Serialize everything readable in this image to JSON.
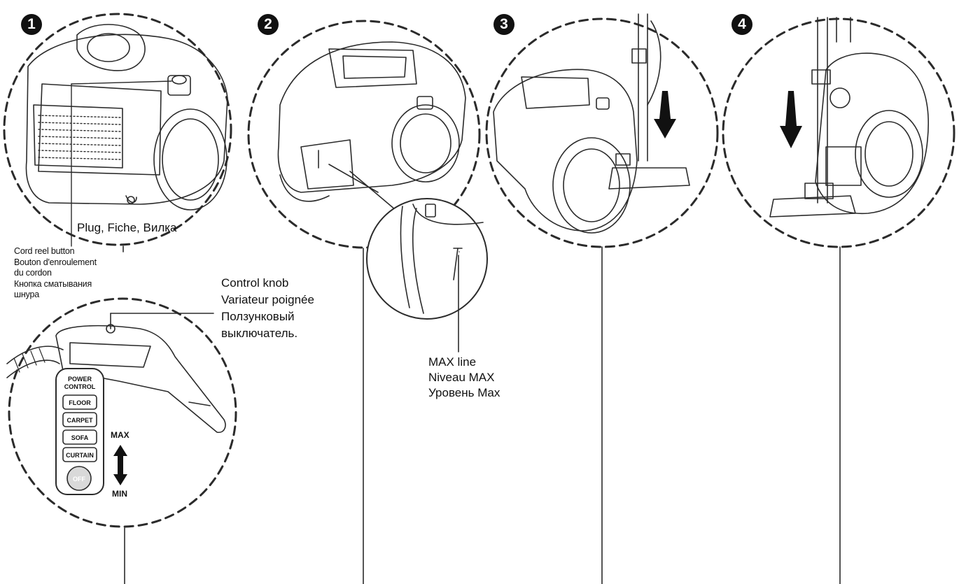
{
  "steps": [
    {
      "number": "1"
    },
    {
      "number": "2"
    },
    {
      "number": "3"
    },
    {
      "number": "4"
    }
  ],
  "labels": {
    "plug": "Plug, Fiche, Вилка",
    "cord_reel": [
      "Cord reel button",
      "Bouton d'enroulement",
      "du cordon",
      "Кнопка сматывания",
      "шнура"
    ],
    "control_knob": [
      "Control knob",
      "Variateur poignée",
      "Ползунковый",
      "выключатель."
    ],
    "max_line": [
      "MAX line",
      "Niveau MAX",
      "Уровень Max"
    ]
  },
  "power_panel": {
    "title_line1": "POWER",
    "title_line2": "CONTROL",
    "buttons": [
      "FLOOR",
      "CARPET",
      "SOFA",
      "CURTAIN",
      "OFF"
    ],
    "max": "MAX",
    "min": "MIN"
  },
  "icons": [
    "arrow-down-icon",
    "double-arrow-icon"
  ]
}
